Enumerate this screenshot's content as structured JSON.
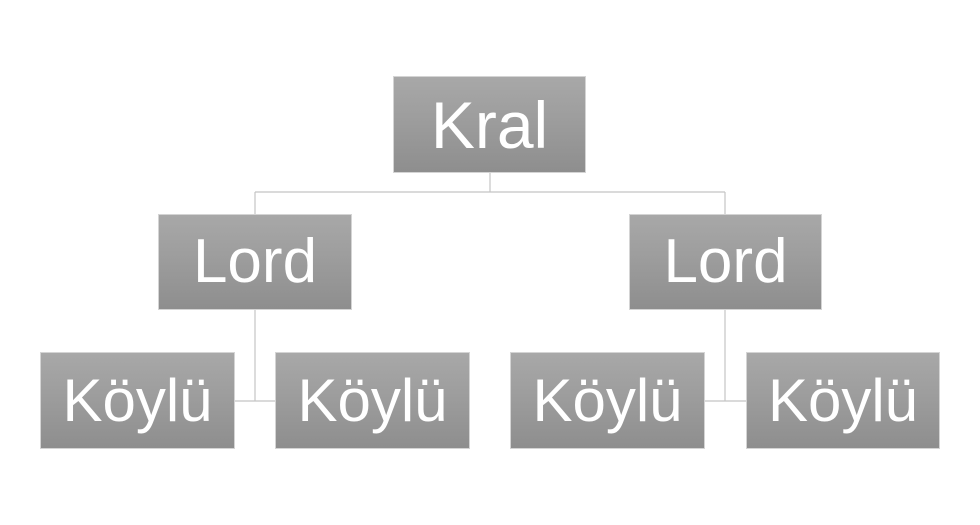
{
  "org_chart": {
    "root": {
      "label": "Kral"
    },
    "branches": [
      {
        "label": "Lord",
        "children": [
          {
            "label": "Köylü"
          },
          {
            "label": "Köylü"
          }
        ]
      },
      {
        "label": "Lord",
        "children": [
          {
            "label": "Köylü"
          },
          {
            "label": "Köylü"
          }
        ]
      }
    ]
  },
  "colors": {
    "node_fill_top": "#a8a8a8",
    "node_fill_bottom": "#8e8e8e",
    "node_text": "#ffffff",
    "connector": "#c4c4c4",
    "background": "#ffffff"
  }
}
